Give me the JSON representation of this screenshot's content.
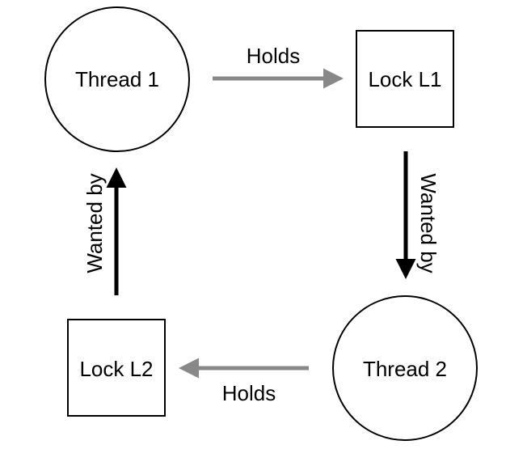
{
  "nodes": {
    "thread1": {
      "label": "Thread 1",
      "shape": "circle"
    },
    "thread2": {
      "label": "Thread 2",
      "shape": "circle"
    },
    "lock1": {
      "label": "Lock L1",
      "shape": "square"
    },
    "lock2": {
      "label": "Lock L2",
      "shape": "square"
    }
  },
  "edges": {
    "thread1_holds_lock1": {
      "label": "Holds",
      "color": "#888888"
    },
    "lock1_wanted_by_thread2": {
      "label": "Wanted by",
      "color": "#000000"
    },
    "thread2_holds_lock2": {
      "label": "Holds",
      "color": "#888888"
    },
    "lock2_wanted_by_thread1": {
      "label": "Wanted by",
      "color": "#000000"
    }
  }
}
